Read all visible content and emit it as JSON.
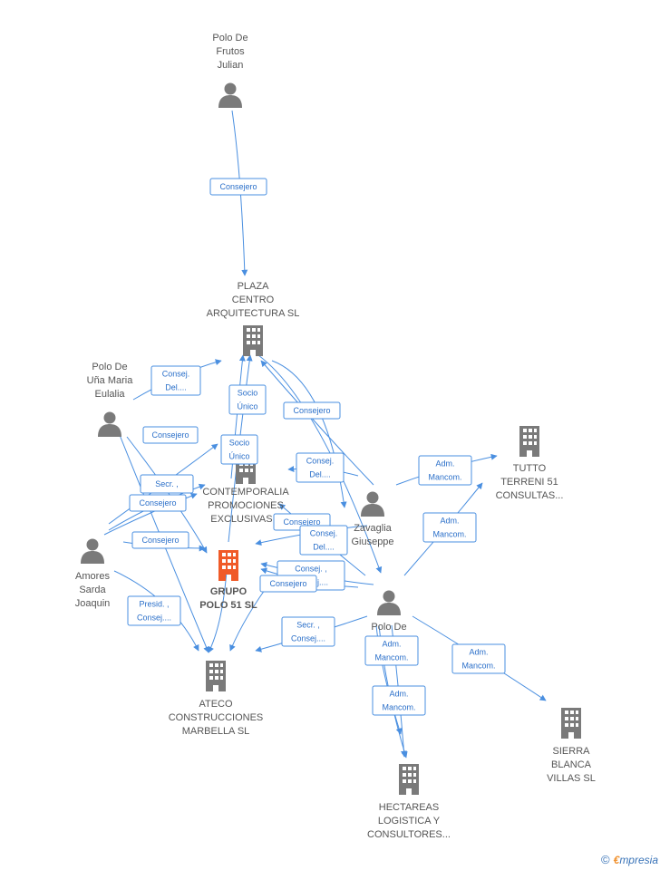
{
  "accent_color": "#4a8fe0",
  "highlight_color": "#f05a28",
  "node_color": "#7a7a7a",
  "nodes": [
    {
      "id": "polo_frutos",
      "type": "person",
      "label": [
        "Polo De",
        "Frutos",
        "Julian"
      ]
    },
    {
      "id": "plaza",
      "type": "company",
      "label": [
        "PLAZA",
        "CENTRO",
        "ARQUITECTURA SL"
      ]
    },
    {
      "id": "polo_una",
      "type": "person",
      "label": [
        "Polo De",
        "Uña Maria",
        "Eulalia"
      ]
    },
    {
      "id": "contemporalia",
      "type": "company",
      "label": [
        "CONTEMPORALIA",
        "PROMOCIONES",
        "EXCLUSIVAS..."
      ]
    },
    {
      "id": "amores",
      "type": "person",
      "label": [
        "Amores",
        "Sarda",
        "Joaquin"
      ]
    },
    {
      "id": "grupo",
      "type": "company",
      "main": true,
      "label": [
        "GRUPO",
        "POLO 51 SL"
      ]
    },
    {
      "id": "ateco",
      "type": "company",
      "label": [
        "ATECO",
        "CONSTRUCCIONES",
        "MARBELLA SL"
      ]
    },
    {
      "id": "zavaglia",
      "type": "person",
      "label": [
        "Zavaglia",
        "Giuseppe"
      ]
    },
    {
      "id": "polo_de",
      "type": "person",
      "label": [
        "Polo De"
      ]
    },
    {
      "id": "tutto",
      "type": "company",
      "label": [
        "TUTTO",
        "TERRENI 51",
        "CONSULTAS..."
      ]
    },
    {
      "id": "sierra",
      "type": "company",
      "label": [
        "SIERRA",
        "BLANCA",
        "VILLAS SL"
      ]
    },
    {
      "id": "hectareas",
      "type": "company",
      "label": [
        "HECTAREAS",
        "LOGISTICA Y",
        "CONSULTORES..."
      ]
    }
  ],
  "edge_labels": [
    [
      "Consejero"
    ],
    [
      "Consej.",
      "Del...."
    ],
    [
      "Socio",
      "Único"
    ],
    [
      "Consejero"
    ],
    [
      "Consejero"
    ],
    [
      "Socio",
      "Único"
    ],
    [
      "Consej.",
      "Del...."
    ],
    [
      "Adm.",
      "Mancom."
    ],
    [
      "Secr. ,"
    ],
    [
      "Consejero"
    ],
    [
      "Consejero"
    ],
    [
      "Consejero"
    ],
    [
      "Consej.",
      "Del...."
    ],
    [
      "Adm.",
      "Mancom."
    ],
    [
      "Consej. ,",
      "Consej...."
    ],
    [
      "Consejero"
    ],
    [
      "Presid. ,",
      "Consej...."
    ],
    [
      "Secr. ,",
      "Consej...."
    ],
    [
      "Adm.",
      "Mancom."
    ],
    [
      "Adm.",
      "Mancom."
    ],
    [
      "Adm.",
      "Mancom."
    ],
    [
      "Adm.",
      "Mancom."
    ]
  ],
  "watermark": {
    "copyright": "©",
    "brand_first": "€",
    "brand_rest": "mpresia"
  }
}
